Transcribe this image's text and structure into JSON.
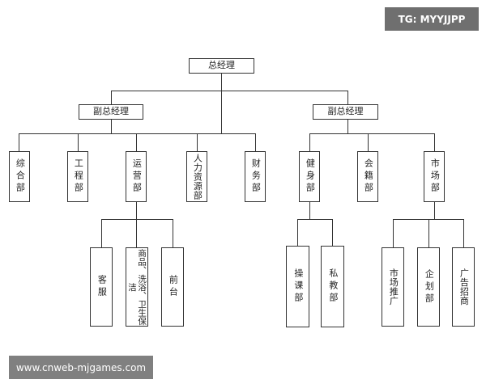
{
  "watermark": {
    "top_right": "TG: MYYJJPP",
    "bottom_left": "www.cnweb-mjgames.com"
  },
  "org": {
    "general_manager": "总经理",
    "deputy_left": "副总经理",
    "deputy_right": "副总经理",
    "departments": {
      "general_affairs": "综合部",
      "engineering": "工程部",
      "operations": "运营部",
      "human_resources": "人力资源部",
      "finance": "财务部",
      "fitness": "健身部",
      "membership": "会籍部",
      "marketing": "市场部"
    },
    "operations_sub": {
      "customer_service": "客服",
      "merch_bath_cleaning": "商品、洗浴、卫生保洁",
      "front_desk": "前台"
    },
    "fitness_sub": {
      "group_class": "操课部",
      "personal_training": "私教部"
    },
    "marketing_sub": {
      "market_promotion": "市场推广",
      "planning": "企划部",
      "ad_investment": "广告招商"
    }
  }
}
